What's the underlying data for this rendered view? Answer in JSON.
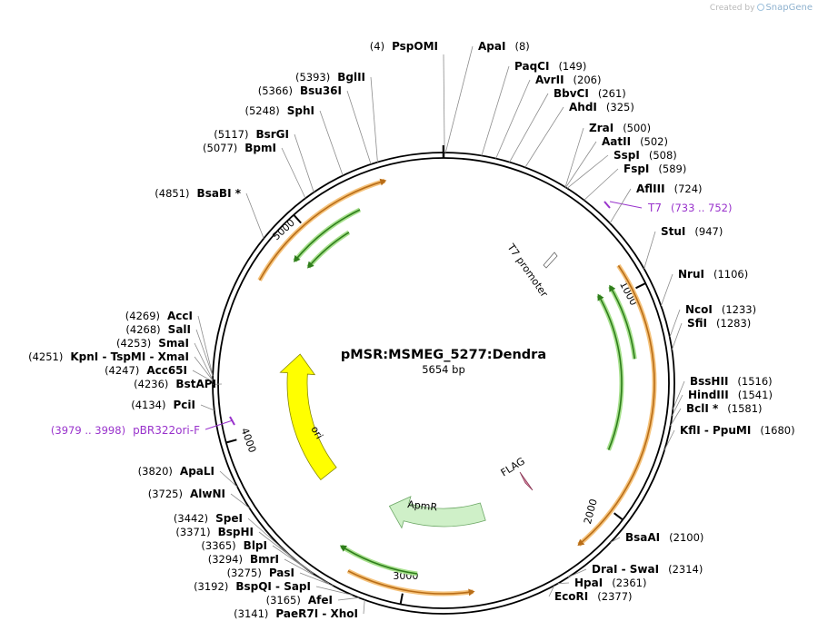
{
  "credit": {
    "text": "Created by",
    "brand": "SnapGene"
  },
  "plasmid": {
    "name": "pMSR:MSMEG_5277:Dendra",
    "size": "5654 bp",
    "length": 5654
  },
  "colors": {
    "backbone": "#000000",
    "orange_feature": "#f5c27a",
    "orange_stroke": "#b86d18",
    "green_feature": "#a6e08c",
    "green_stroke": "#2f7d1c",
    "ori": "#ffff00",
    "ampr": "#cff0c8",
    "flag": "#d98aa5",
    "primer": "#9933cc",
    "lead": "#8c8c8c"
  },
  "ticks": [
    {
      "bp": 1000,
      "label": "1000"
    },
    {
      "bp": 2000,
      "label": "2000"
    },
    {
      "bp": 3000,
      "label": "3000"
    },
    {
      "bp": 4000,
      "label": "4000"
    },
    {
      "bp": 5000,
      "label": "5000"
    }
  ],
  "features": [
    {
      "name": "T7 promoter",
      "label": "T7 promoter"
    },
    {
      "name": "FLAG",
      "label": "FLAG"
    },
    {
      "name": "AmpR",
      "label": "ApmR"
    },
    {
      "name": "ori",
      "label": "ori"
    }
  ],
  "primers": [
    {
      "name": "T7",
      "range": "(733 .. 752)",
      "bp": 742
    },
    {
      "name": "pBR322ori-F",
      "range": "(3979 .. 3998)",
      "bp": 3988
    }
  ],
  "sites": [
    {
      "pos": "(4)",
      "name": "PspOMI",
      "bp": 4
    },
    {
      "name": "ApaI",
      "pos": "(8)",
      "bp": 8
    },
    {
      "name": "PaqCI",
      "pos": "(149)",
      "bp": 149
    },
    {
      "name": "AvrII",
      "pos": "(206)",
      "bp": 206
    },
    {
      "name": "BbvCI",
      "pos": "(261)",
      "bp": 261
    },
    {
      "name": "AhdI",
      "pos": "(325)",
      "bp": 325
    },
    {
      "name": "ZraI",
      "pos": "(500)",
      "bp": 500
    },
    {
      "name": "AatII",
      "pos": "(502)",
      "bp": 502
    },
    {
      "name": "SspI",
      "pos": "(508)",
      "bp": 508
    },
    {
      "name": "FspI",
      "pos": "(589)",
      "bp": 589
    },
    {
      "name": "AflIII",
      "pos": "(724)",
      "bp": 724
    },
    {
      "name": "StuI",
      "pos": "(947)",
      "bp": 947
    },
    {
      "name": "NruI",
      "pos": "(1106)",
      "bp": 1106
    },
    {
      "name": "NcoI",
      "pos": "(1233)",
      "bp": 1233
    },
    {
      "name": "SfiI",
      "pos": "(1283)",
      "bp": 1283
    },
    {
      "name": "BssHII",
      "pos": "(1516)",
      "bp": 1516
    },
    {
      "name": "HindIII",
      "pos": "(1541)",
      "bp": 1541
    },
    {
      "name": "BclI *",
      "pos": "(1581)",
      "bp": 1581
    },
    {
      "name": "KflI - PpuMI",
      "pos": "(1680)",
      "bp": 1680
    },
    {
      "name": "BsaAI",
      "pos": "(2100)",
      "bp": 2100
    },
    {
      "name": "DraI - SwaI",
      "pos": "(2314)",
      "bp": 2314
    },
    {
      "name": "HpaI",
      "pos": "(2361)",
      "bp": 2361
    },
    {
      "name": "EcoRI",
      "pos": "(2377)",
      "bp": 2377
    },
    {
      "pos": "(3141)",
      "name": "PaeR7I - XhoI",
      "bp": 3141
    },
    {
      "pos": "(3165)",
      "name": "AfeI",
      "bp": 3165
    },
    {
      "pos": "(3192)",
      "name": "BspQI - SapI",
      "bp": 3192
    },
    {
      "pos": "(3275)",
      "name": "PasI",
      "bp": 3275
    },
    {
      "pos": "(3294)",
      "name": "BmrI",
      "bp": 3294
    },
    {
      "pos": "(3365)",
      "name": "BlpI",
      "bp": 3365
    },
    {
      "pos": "(3371)",
      "name": "BspHI",
      "bp": 3371
    },
    {
      "pos": "(3442)",
      "name": "SpeI",
      "bp": 3442
    },
    {
      "pos": "(3725)",
      "name": "AlwNI",
      "bp": 3725
    },
    {
      "pos": "(3820)",
      "name": "ApaLI",
      "bp": 3820
    },
    {
      "pos": "(4134)",
      "name": "PciI",
      "bp": 4134
    },
    {
      "pos": "(4236)",
      "name": "BstAPI",
      "bp": 4236
    },
    {
      "pos": "(4247)",
      "name": "Acc65I",
      "bp": 4247
    },
    {
      "pos": "(4251)",
      "name": "KpnI - TspMI - XmaI",
      "bp": 4251
    },
    {
      "pos": "(4253)",
      "name": "SmaI",
      "bp": 4253
    },
    {
      "pos": "(4268)",
      "name": "SalI",
      "bp": 4268
    },
    {
      "pos": "(4269)",
      "name": "AccI",
      "bp": 4269
    },
    {
      "pos": "(4851)",
      "name": "BsaBI *",
      "bp": 4851
    },
    {
      "pos": "(5077)",
      "name": "BpmI",
      "bp": 5077
    },
    {
      "pos": "(5117)",
      "name": "BsrGI",
      "bp": 5117
    },
    {
      "pos": "(5248)",
      "name": "SphI",
      "bp": 5248
    },
    {
      "pos": "(5366)",
      "name": "Bsu36I",
      "bp": 5366
    },
    {
      "pos": "(5393)",
      "name": "BglII",
      "bp": 5393
    }
  ]
}
